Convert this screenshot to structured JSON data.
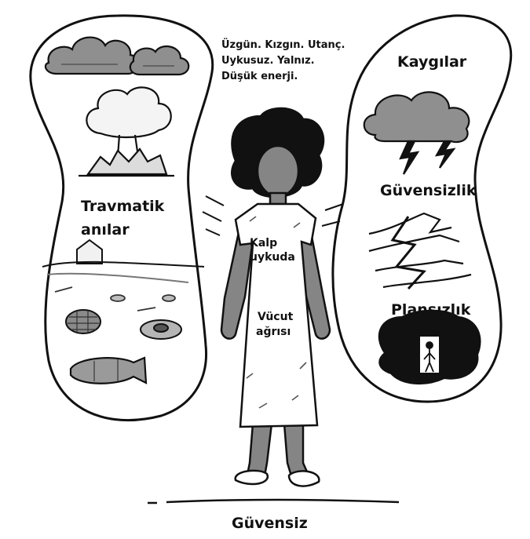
{
  "colors": {
    "ink": "#111111",
    "skin": "#858585",
    "skin_dark": "#5e5e5e",
    "cloud": "#8f8f8f",
    "paper": "#ffffff"
  },
  "icons": {
    "left_bubble": [
      "storm-clouds-icon",
      "explosion-icon",
      "house-icon",
      "grenade-icon",
      "landmine-icon",
      "bomb-shell-icon"
    ],
    "right_bubble": [
      "storm-cloud-lightning-icon",
      "ground-crack-icon",
      "dark-doorway-icon"
    ]
  },
  "diagram": {
    "feelings": {
      "line1": "Üzgün. Kızgın. Utanç.",
      "line2": "Uykusuz. Yalnız.",
      "line3": "Düşük enerji."
    },
    "left": {
      "trauma_line1": "Travmatik",
      "trauma_line2": "anılar"
    },
    "right": {
      "worries": "Kaygılar",
      "insecurity": "Güvensizlik",
      "planlessness": "Plansızlık"
    },
    "body": {
      "heart_line1": "Kalp",
      "heart_line2": "uykuda",
      "pain_line1": "Vücut",
      "pain_line2": "ağrısı"
    },
    "ground_label": "Güvensiz"
  }
}
